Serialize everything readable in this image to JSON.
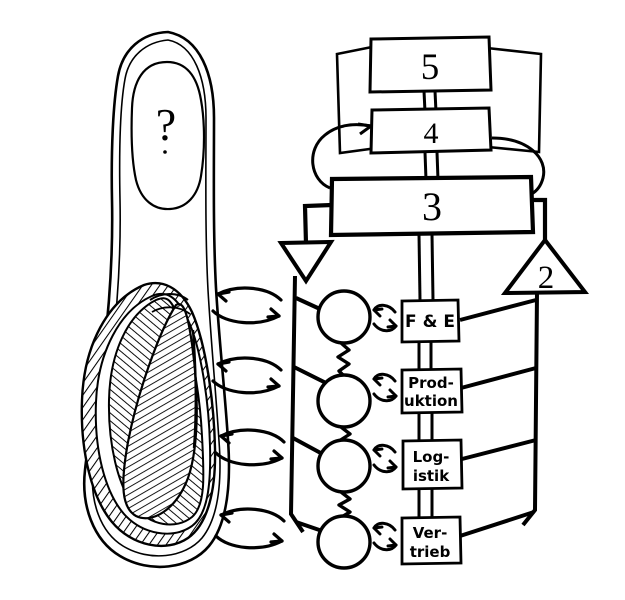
{
  "diagram": {
    "title": "Hand-drawn sketch: shoe sole with question mark and a 5-level value-chain model",
    "style": {
      "ink": "#000000",
      "paper": "#ffffff"
    }
  },
  "shoe": {
    "name": "shoe-sole-outline",
    "question_mark": "?",
    "hatched_region_label": ""
  },
  "exchange_arrows": {
    "count": 4,
    "pairs": [
      {
        "top": "arrow-left",
        "bottom": "arrow-right"
      },
      {
        "top": "arrow-left",
        "bottom": "arrow-right"
      },
      {
        "top": "arrow-left",
        "bottom": "arrow-right"
      },
      {
        "top": "arrow-left",
        "bottom": "arrow-right"
      }
    ]
  },
  "levels": {
    "box5": "5",
    "box4": "4",
    "box3": "3",
    "triangle_left": "",
    "triangle_right": "2"
  },
  "functions": [
    {
      "id": "fe",
      "label_lines": [
        "F & E"
      ],
      "circle": ""
    },
    {
      "id": "produktion",
      "label_lines": [
        "Prod-",
        "uktion"
      ],
      "circle": ""
    },
    {
      "id": "logistik",
      "label_lines": [
        "Log-",
        "istik"
      ],
      "circle": ""
    },
    {
      "id": "vertrieb",
      "label_lines": [
        "Ver-",
        "trieb"
      ],
      "circle": ""
    }
  ],
  "function_labels_flat": {
    "fe": "F & E",
    "produktion_line1": "Prod-",
    "produktion_line2": "uktion",
    "logistik_line1": "Log-",
    "logistik_line2": "istik",
    "vertrieb_line1": "Ver-",
    "vertrieb_line2": "trieb"
  }
}
